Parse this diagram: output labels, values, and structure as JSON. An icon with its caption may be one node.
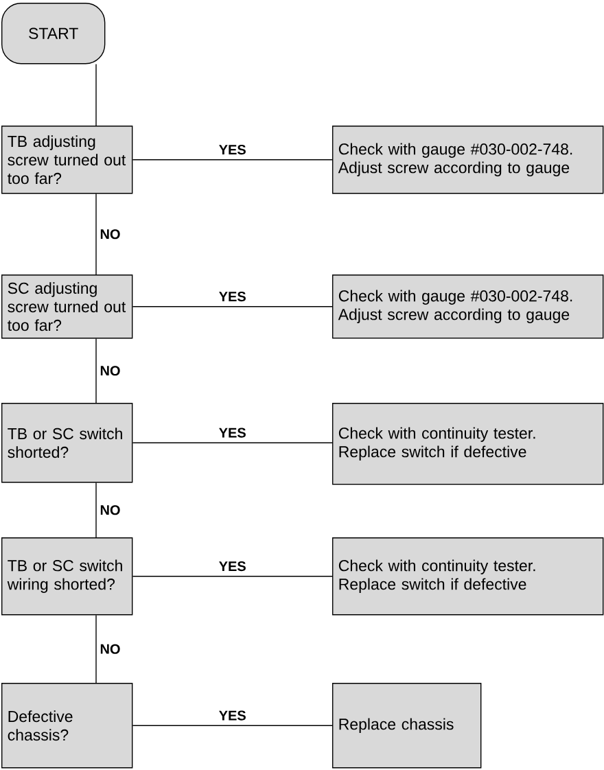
{
  "diagram": {
    "nodes": [
      {
        "text": [
          "START"
        ]
      },
      {
        "text": [
          "TB adjusting screw turned out too far?"
        ]
      },
      {
        "text": [
          "Check with gauge #030-002-748. Adjust screw according to gauge"
        ]
      },
      {
        "text": [
          "SC adjusting screw turned out too far?"
        ]
      },
      {
        "text": [
          "Check with gauge #030-002-748. Adjust screw according to gauge"
        ]
      },
      {
        "text": [
          "TB or SC switch shorted?"
        ]
      },
      {
        "text": [
          "Check with continuity tester. Replace switch if defective"
        ]
      },
      {
        "text": [
          "TB or SC switch wiring shorted?"
        ]
      },
      {
        "text": [
          "Check with continuity tester. Replace switch if defective"
        ]
      },
      {
        "text": [
          "Defective chassis?"
        ]
      },
      {
        "text": [
          "Replace chassis"
        ]
      }
    ],
    "edges": [
      {
        "from": 0,
        "to": 1,
        "arrow": "none"
      },
      {
        "from": 1,
        "to": 2,
        "arrow": "none",
        "label": "YES"
      },
      {
        "from": 1,
        "to": 3,
        "arrow": "none",
        "label": "NO"
      },
      {
        "from": 3,
        "to": 4,
        "arrow": "none",
        "label": "YES"
      },
      {
        "from": 3,
        "to": 5,
        "arrow": "none",
        "label": "NO"
      },
      {
        "from": 5,
        "to": 6,
        "arrow": "none",
        "label": "YES"
      },
      {
        "from": 5,
        "to": 7,
        "arrow": "none",
        "label": "NO"
      },
      {
        "from": 7,
        "to": 8,
        "arrow": "none",
        "label": "YES"
      },
      {
        "from": 7,
        "to": 9,
        "arrow": "none",
        "label": "NO"
      },
      {
        "from": 9,
        "to": 10,
        "arrow": "none",
        "label": "YES"
      }
    ]
  }
}
